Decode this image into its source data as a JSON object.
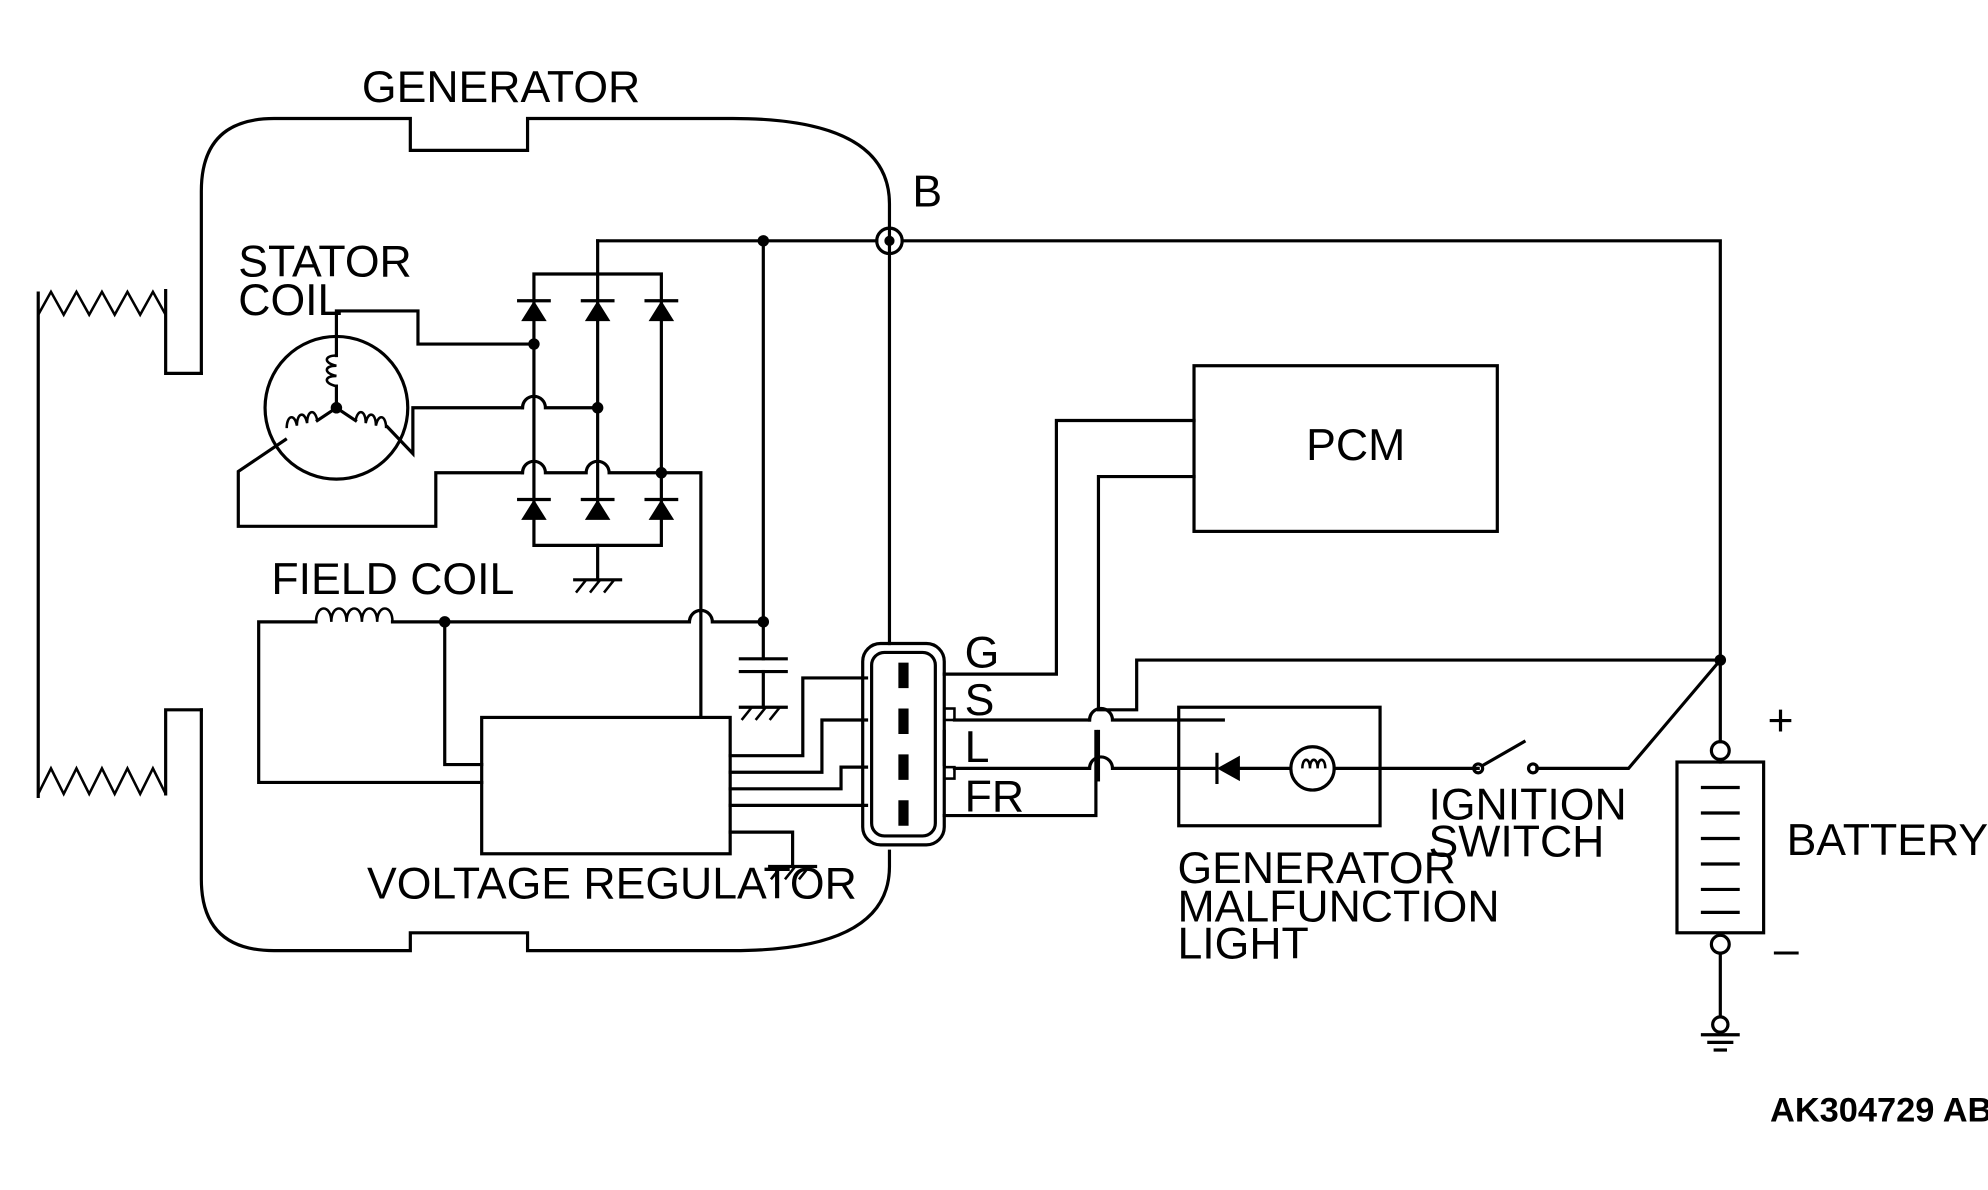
{
  "labels": {
    "generator": "GENERATOR",
    "terminal_b": "B",
    "stator_coil_line1": "STATOR",
    "stator_coil_line2": "COIL",
    "field_coil": "FIELD COIL",
    "voltage_regulator": "VOLTAGE REGULATOR",
    "pcm": "PCM",
    "terminal_g": "G",
    "terminal_s": "S",
    "terminal_l": "L",
    "terminal_fr": "FR",
    "malfunction_light_line1": "GENERATOR",
    "malfunction_light_line2": "MALFUNCTION",
    "malfunction_light_line3": "LIGHT",
    "ignition_switch_line1": "IGNITION",
    "ignition_switch_line2": "SWITCH",
    "battery": "BATTERY",
    "battery_plus": "+",
    "battery_minus": "–",
    "figure_id": "AK304729 AB"
  }
}
